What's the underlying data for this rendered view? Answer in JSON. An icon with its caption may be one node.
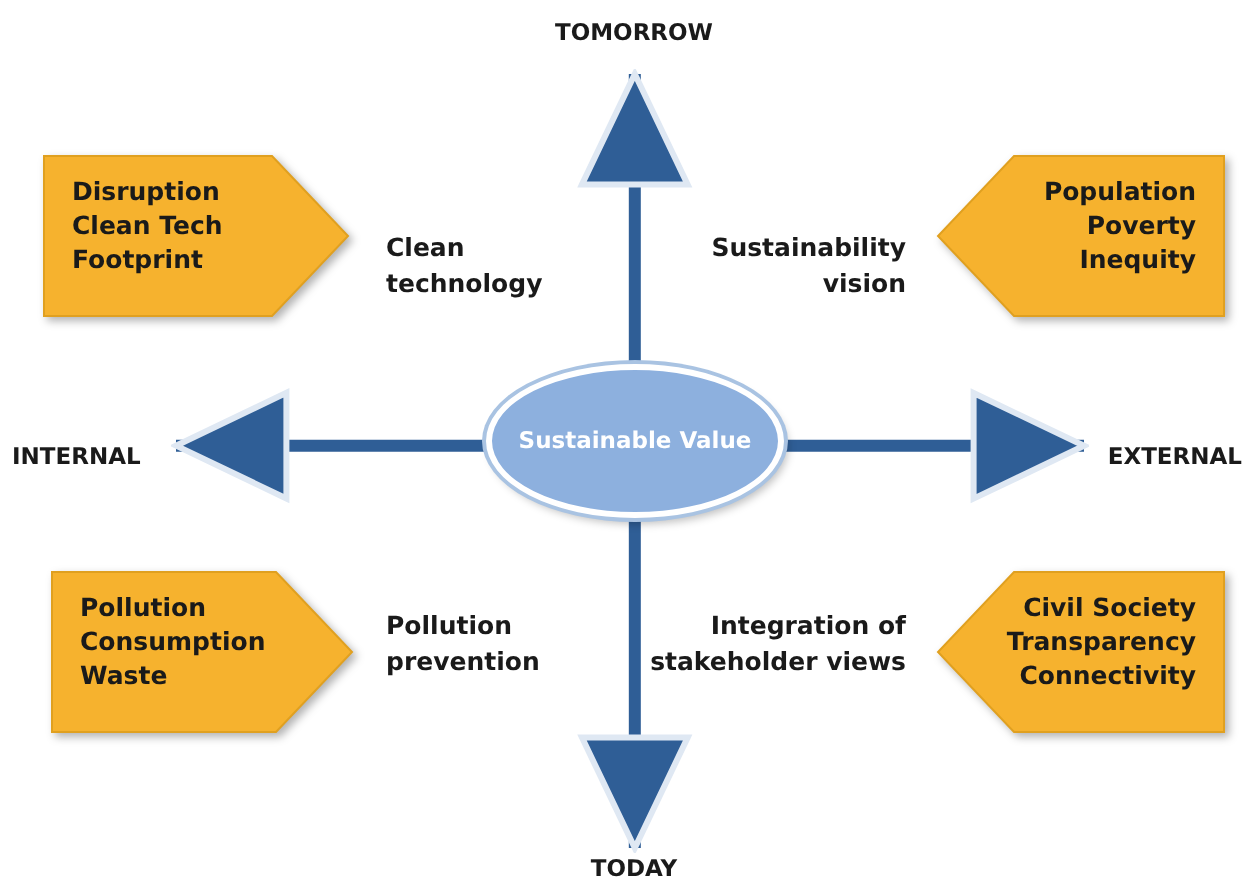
{
  "diagram": {
    "nodes": [
      {
        "text": [
          "Sustainable Value"
        ]
      },
      {
        "text": [
          "TOMORROW"
        ]
      },
      {
        "text": [
          "INTERNAL"
        ]
      },
      {
        "text": [
          "EXTERNAL"
        ]
      },
      {
        "text": [
          "TODAY"
        ]
      },
      {
        "text": [
          "Disruption",
          "Clean Tech",
          "Footprint"
        ]
      },
      {
        "text": [
          "Population",
          "Poverty",
          "Inequity"
        ]
      },
      {
        "text": [
          "Pollution",
          "Consumption",
          "Waste"
        ]
      },
      {
        "text": [
          "Civil Society",
          "Transparency",
          "Connectivity"
        ]
      }
    ],
    "edges": [
      {
        "from": 0,
        "to": 1,
        "arrow": "to"
      },
      {
        "from": 0,
        "to": 2,
        "arrow": "to"
      },
      {
        "from": 0,
        "to": 3,
        "arrow": "to"
      },
      {
        "from": 0,
        "to": 4,
        "arrow": "to"
      }
    ],
    "labels": [
      "Clean technology",
      "Sustainability vision",
      "Pollution prevention",
      "Integration of stakeholder views"
    ]
  }
}
